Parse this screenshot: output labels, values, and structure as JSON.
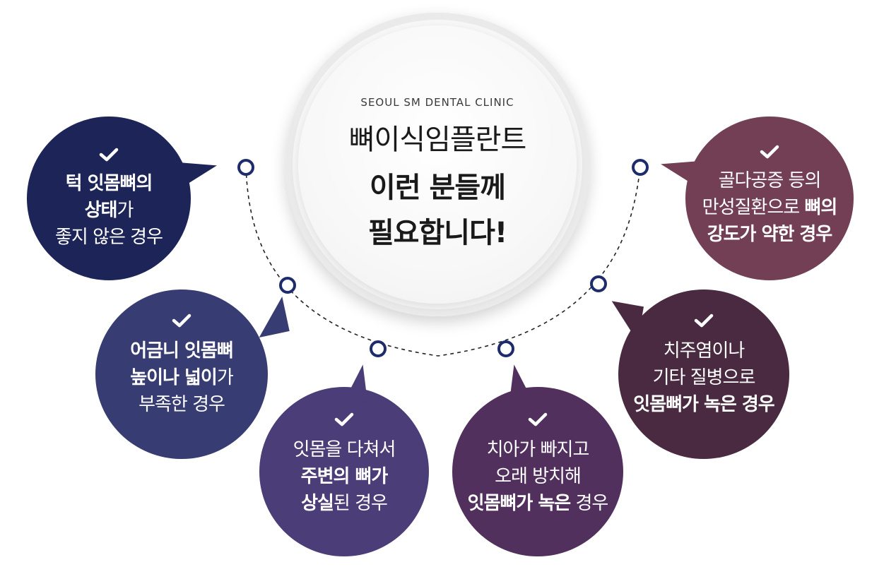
{
  "colors": {
    "node_ring": "#1f2c6b",
    "dash": "#222222",
    "check": "#ffffff"
  },
  "center": {
    "subtitle": "SEOUL SM DENTAL CLINIC",
    "line1": "뼈이식임플란트",
    "line2": "이런 분들께",
    "line3": "필요합니다!"
  },
  "bubbles": [
    {
      "color": "#1d2558",
      "lines": [
        [
          {
            "t": "턱 잇몸뼈의",
            "b": true
          }
        ],
        [
          {
            "t": "상태",
            "b": true
          },
          {
            "t": "가",
            "b": false
          }
        ],
        [
          {
            "t": "좋지 않은 경우",
            "b": false
          }
        ]
      ]
    },
    {
      "color": "#373c72",
      "lines": [
        [
          {
            "t": "어금니 잇몸뼈",
            "b": true
          }
        ],
        [
          {
            "t": "높이나 넓이",
            "b": true
          },
          {
            "t": "가",
            "b": false
          }
        ],
        [
          {
            "t": "부족한 경우",
            "b": false
          }
        ]
      ]
    },
    {
      "color": "#4b3d77",
      "lines": [
        [
          {
            "t": "잇몸을 다쳐서",
            "b": false
          }
        ],
        [
          {
            "t": "주변의 뼈가",
            "b": true
          }
        ],
        [
          {
            "t": "상실",
            "b": true
          },
          {
            "t": "된 경우",
            "b": false
          }
        ]
      ]
    },
    {
      "color": "#51305d",
      "lines": [
        [
          {
            "t": "치아가 빠지고",
            "b": false
          }
        ],
        [
          {
            "t": "오래 방치해",
            "b": false
          }
        ],
        [
          {
            "t": "잇몸뼈가 녹은",
            "b": true
          },
          {
            "t": " 경우",
            "b": false
          }
        ]
      ]
    },
    {
      "color": "#4a2a40",
      "lines": [
        [
          {
            "t": "치주염이나",
            "b": false
          }
        ],
        [
          {
            "t": "기타 질병으로",
            "b": false
          }
        ],
        [
          {
            "t": "잇몸뼈가 녹은 경우",
            "b": true
          }
        ]
      ]
    },
    {
      "color": "#733f54",
      "lines": [
        [
          {
            "t": "골다공증 등의",
            "b": false
          }
        ],
        [
          {
            "t": "만성질환으로 ",
            "b": false
          },
          {
            "t": "뼈의",
            "b": true
          }
        ],
        [
          {
            "t": "강도가 약한 경우",
            "b": true
          }
        ]
      ]
    }
  ]
}
